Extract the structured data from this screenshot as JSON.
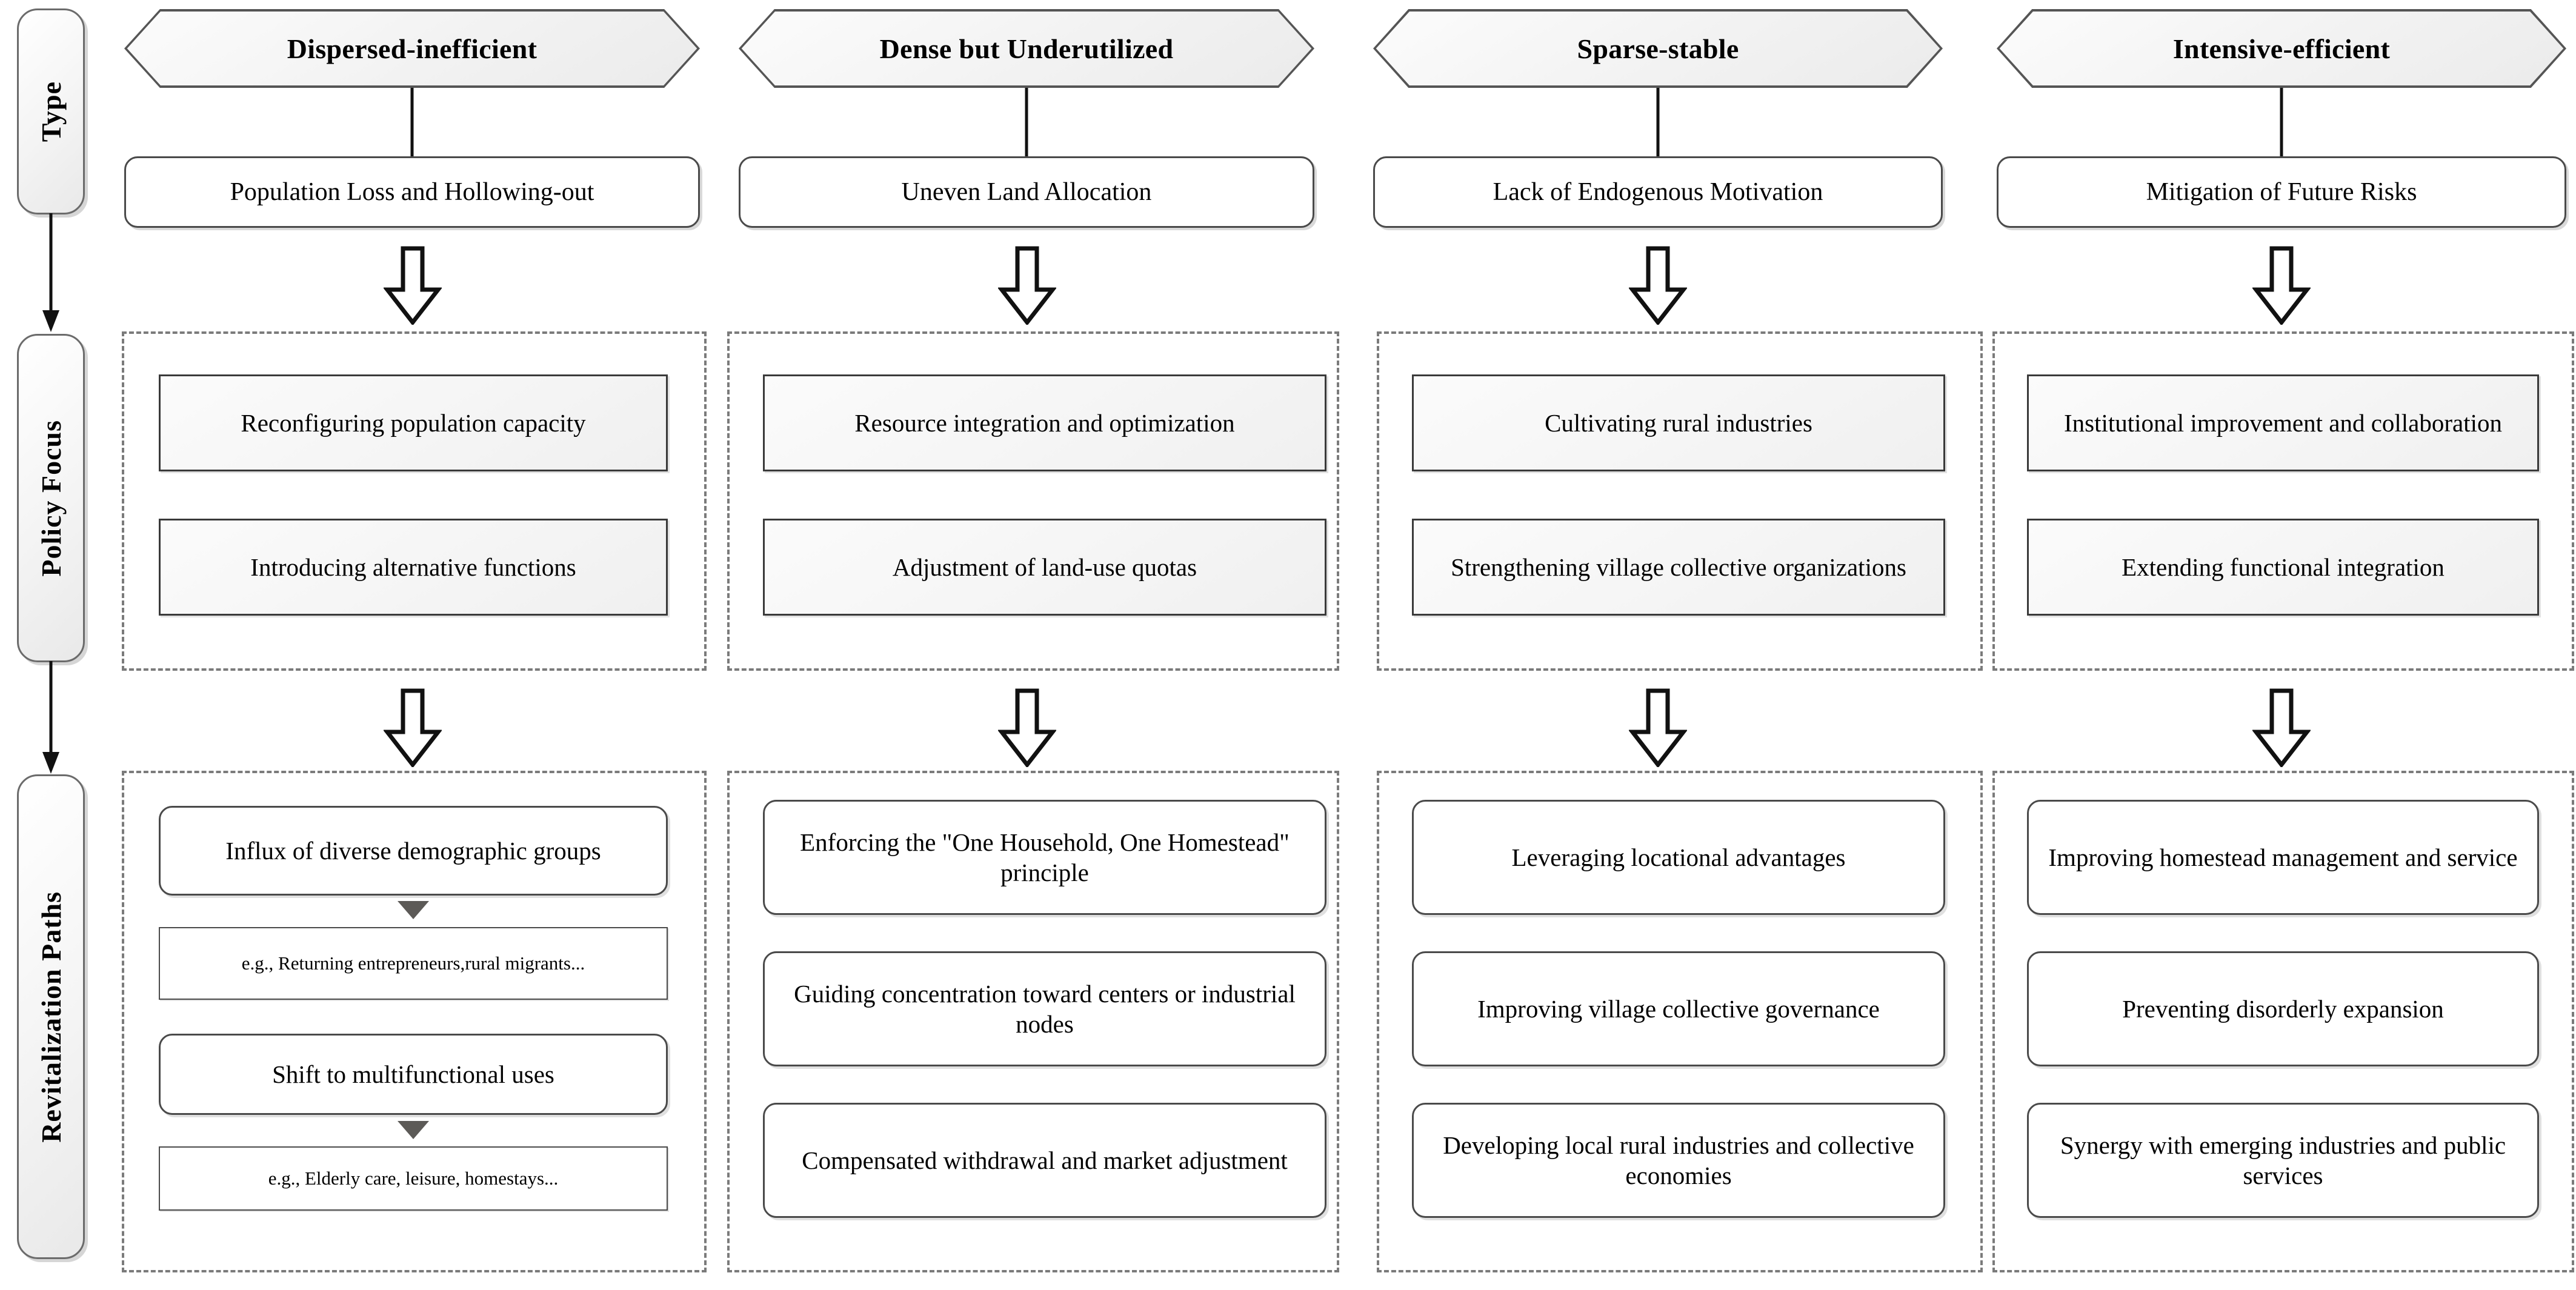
{
  "rail": {
    "items": [
      {
        "label": "Type"
      },
      {
        "label": "Policy Focus"
      },
      {
        "label": "Revitalization  Paths"
      }
    ]
  },
  "colors": {
    "dashed_border": "#7b7b7b",
    "box_border": "#4a4a4a",
    "triangle_fill": "#5c5a57",
    "hexagon_fill": "#f3f3f3",
    "page_background": "#ffffff"
  },
  "columns": [
    {
      "type": "Dispersed-inefficient",
      "problem": "Population Loss and Hollowing-out",
      "policy_focus": [
        "Reconfiguring population capacity",
        "Introducing alternative functions"
      ],
      "paths": [
        {
          "text": "Influx of diverse demographic groups",
          "style": "rounded"
        },
        {
          "text": "e.g., Returning entrepreneurs,rural migrants...",
          "style": "square-example"
        },
        {
          "text": "Shift to multifunctional uses",
          "style": "rounded"
        },
        {
          "text": "e.g., Elderly care, leisure, homestays...",
          "style": "square-example"
        }
      ]
    },
    {
      "type": "Dense but Underutilized",
      "problem": "Uneven Land Allocation",
      "policy_focus": [
        "Resource integration and optimization",
        "Adjustment of land-use quotas"
      ],
      "paths": [
        {
          "text": "Enforcing the \"One Household, One Homestead\" principle",
          "style": "rounded"
        },
        {
          "text": "Guiding concentration toward centers or industrial nodes",
          "style": "rounded"
        },
        {
          "text": "Compensated withdrawal and market adjustment",
          "style": "rounded"
        }
      ]
    },
    {
      "type": "Sparse-stable",
      "problem": "Lack of Endogenous Motivation",
      "policy_focus": [
        "Cultivating rural industries",
        "Strengthening village collective organizations"
      ],
      "paths": [
        {
          "text": "Leveraging locational advantages",
          "style": "rounded"
        },
        {
          "text": "Improving village collective governance",
          "style": "rounded"
        },
        {
          "text": "Developing local rural industries and collective economies",
          "style": "rounded"
        }
      ]
    },
    {
      "type": "Intensive-efficient",
      "problem": "Mitigation of Future Risks",
      "policy_focus": [
        "Institutional improvement and collaboration",
        "Extending functional integration"
      ],
      "paths": [
        {
          "text": "Improving homestead management and service",
          "style": "rounded"
        },
        {
          "text": "Preventing disorderly expansion",
          "style": "rounded"
        },
        {
          "text": "Synergy with emerging industries and public services",
          "style": "rounded"
        }
      ]
    }
  ]
}
